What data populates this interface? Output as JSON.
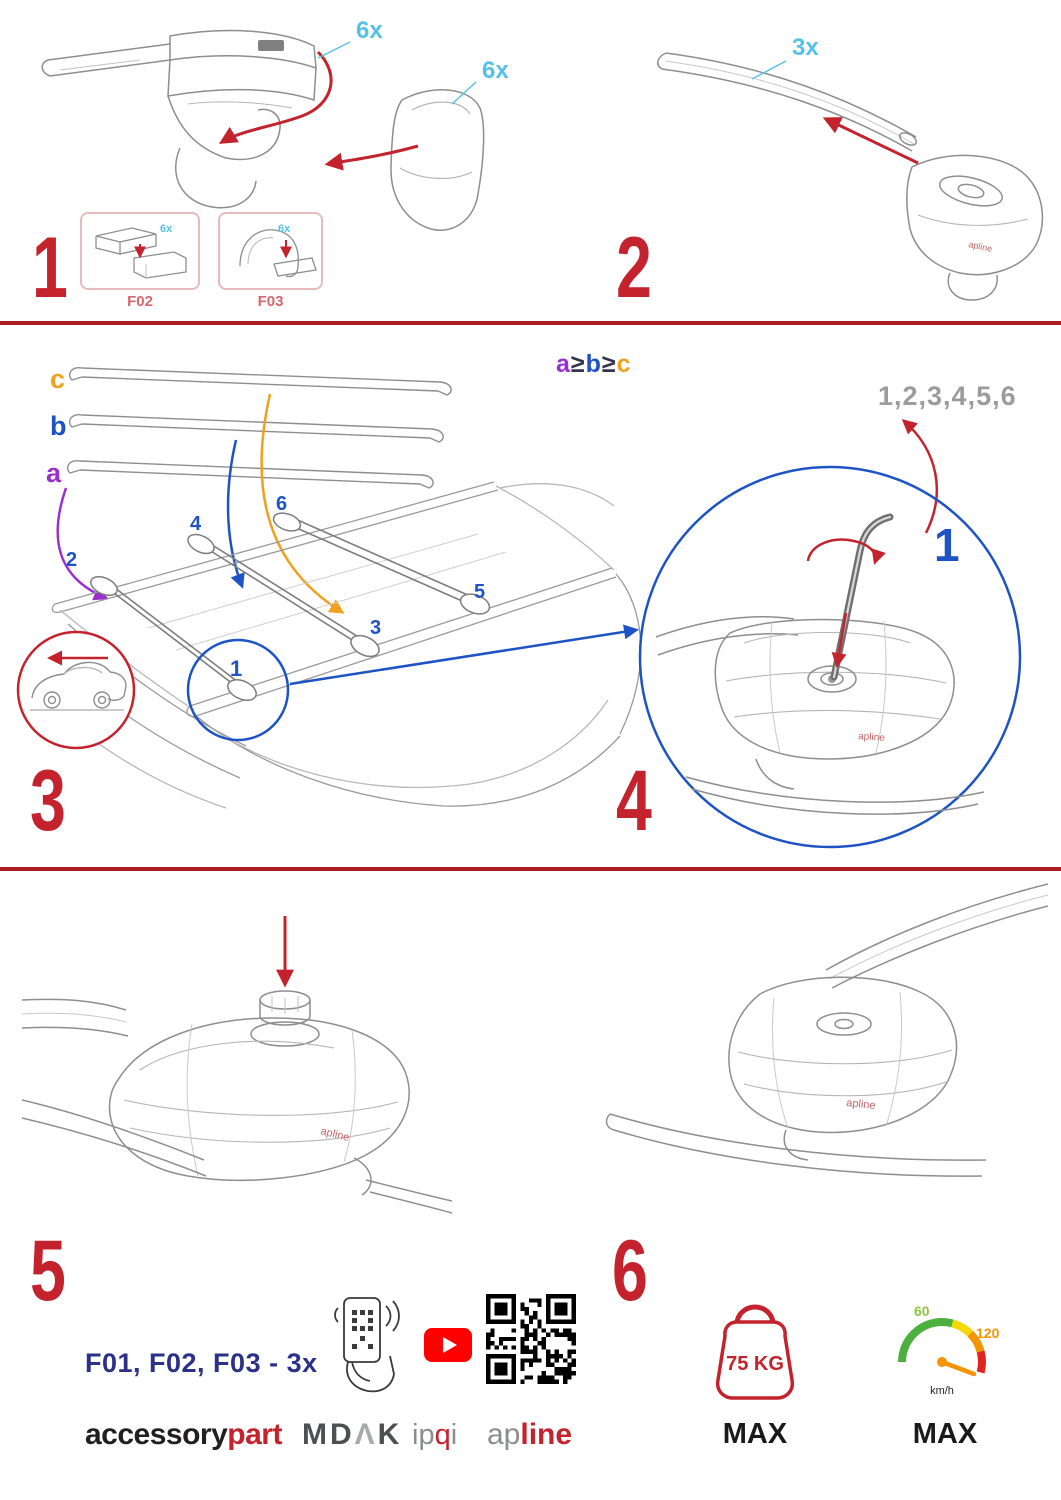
{
  "colors": {
    "red": "#c4232e",
    "cyan": "#54c2e6",
    "blue": "#1d53c5",
    "purple": "#9a2fd0",
    "orange": "#f0a11e",
    "navy": "#2b3189"
  },
  "step1": {
    "number": "1",
    "cap_qty": "6x",
    "cover_qty": "6x",
    "boxes": [
      {
        "label": "F02",
        "qty": "6x"
      },
      {
        "label": "F03",
        "qty": "6x"
      }
    ]
  },
  "step2": {
    "number": "2",
    "qty": "3x"
  },
  "step3": {
    "number": "3",
    "bar_a": "a",
    "bar_b": "b",
    "bar_c": "c",
    "rule_a": "a",
    "rule_ge1": "≥",
    "rule_b": "b",
    "rule_ge2": "≥",
    "rule_c": "c",
    "pos1": "1",
    "pos2": "2",
    "pos3": "3",
    "pos4": "4",
    "pos5": "5",
    "pos6": "6"
  },
  "step4": {
    "number": "4",
    "sequence": "1,2,3,4,5,6",
    "first": "1"
  },
  "step5": {
    "number": "5"
  },
  "step6": {
    "number": "6"
  },
  "bar_brand": "apline",
  "footer": {
    "parts_line": "F01, F02, F03 - 3x",
    "brand_accessory": "accessory",
    "brand_part": "part",
    "brand_md": "MD",
    "brand_lambda": "Λ",
    "brand_k": "K",
    "brand_ip": "ip",
    "brand_q": "q",
    "brand_i": "i",
    "brand_ap": "ap",
    "brand_line": "line",
    "weight_value": "75 KG",
    "weight_max": "MAX",
    "speed_low": "60",
    "speed_high": "120",
    "speed_unit": "km/h",
    "speed_max": "MAX"
  }
}
